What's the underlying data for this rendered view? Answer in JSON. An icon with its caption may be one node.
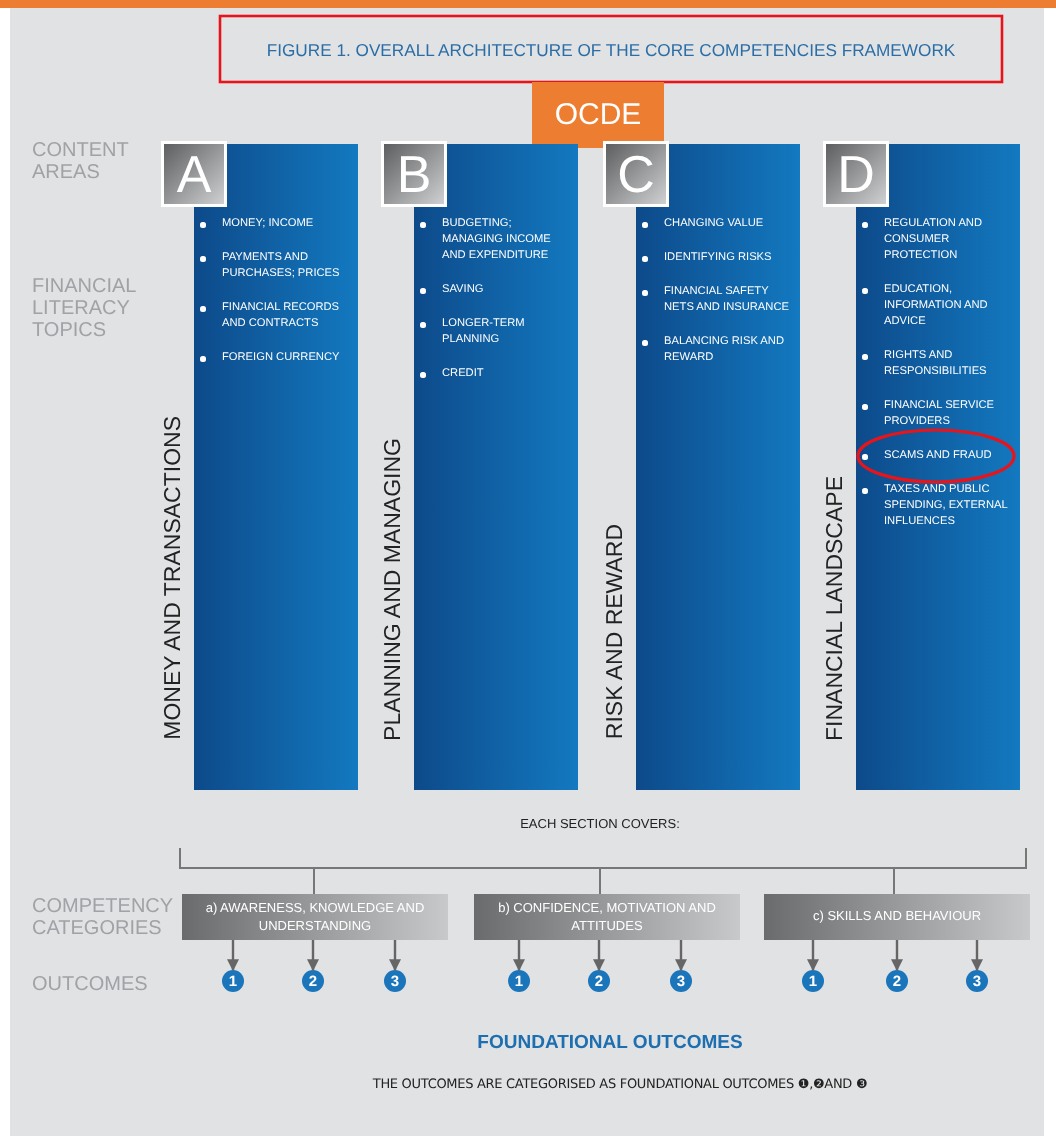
{
  "diagram": {
    "title": "FIGURE 1. OVERALL ARCHITECTURE OF THE CORE COMPETENCIES FRAMEWORK",
    "nodes": [
      {
        "text": [
          "A",
          "MONEY AND TRANSACTIONS",
          "MONEY; INCOME",
          "PAYMENTS AND PURCHASES; PRICES",
          "FINANCIAL RECORDS AND CONTRACTS",
          "FOREIGN CURRENCY"
        ]
      },
      {
        "text": [
          "B",
          "PLANNING AND MANAGING",
          "BUDGETING; MANAGING INCOME AND EXPENDITURE",
          "SAVING",
          "LONGER-TERM PLANNING",
          "CREDIT"
        ]
      },
      {
        "text": [
          "C",
          "RISK AND REWARD",
          "CHANGING VALUE",
          "IDENTIFYING RISKS",
          "FINANCIAL SAFETY NETS AND INSURANCE",
          "BALANCING RISK AND REWARD"
        ]
      },
      {
        "text": [
          "D",
          "FINANCIAL LANDSCAPE",
          "REGULATION AND CONSUMER PROTECTION",
          "EDUCATION, INFORMATION AND ADVICE",
          "RIGHTS AND RESPONSIBILITIES",
          "FINANCIAL SERVICE PROVIDERS",
          "SCAMS AND FRAUD",
          "TAXES AND PUBLIC SPENDING, EXTERNAL INFLUENCES"
        ]
      },
      {
        "text": [
          "a) AWARENESS, KNOWLEDGE AND UNDERSTANDING"
        ]
      },
      {
        "text": [
          "b) CONFIDENCE, MOTIVATION AND ATTITUDES"
        ]
      },
      {
        "text": [
          "c) SKILLS AND BEHAVIOUR"
        ]
      },
      {
        "text": [
          "1"
        ]
      },
      {
        "text": [
          "2"
        ]
      },
      {
        "text": [
          "3"
        ]
      },
      {
        "text": [
          "1"
        ]
      },
      {
        "text": [
          "2"
        ]
      },
      {
        "text": [
          "3"
        ]
      },
      {
        "text": [
          "1"
        ]
      },
      {
        "text": [
          "2"
        ]
      },
      {
        "text": [
          "3"
        ]
      }
    ],
    "edges": [
      {
        "from": 4,
        "to": 7,
        "arrow": "to"
      },
      {
        "from": 4,
        "to": 8,
        "arrow": "to"
      },
      {
        "from": 4,
        "to": 9,
        "arrow": "to"
      },
      {
        "from": 5,
        "to": 10,
        "arrow": "to"
      },
      {
        "from": 5,
        "to": 11,
        "arrow": "to"
      },
      {
        "from": 5,
        "to": 12,
        "arrow": "to"
      },
      {
        "from": 6,
        "to": 13,
        "arrow": "to"
      },
      {
        "from": 6,
        "to": 14,
        "arrow": "to"
      },
      {
        "from": 6,
        "to": 15,
        "arrow": "to"
      }
    ],
    "labels": [
      "OCDE",
      "CONTENT AREAS",
      "FINANCIAL LITERACY TOPICS",
      "EACH SECTION COVERS:",
      "COMPETENCY CATEGORIES",
      "OUTCOMES",
      "FOUNDATIONAL OUTCOMES",
      "THE OUTCOMES ARE CATEGORISED AS FOUNDATIONAL OUTCOMES ❶,❷AND ❸"
    ]
  }
}
